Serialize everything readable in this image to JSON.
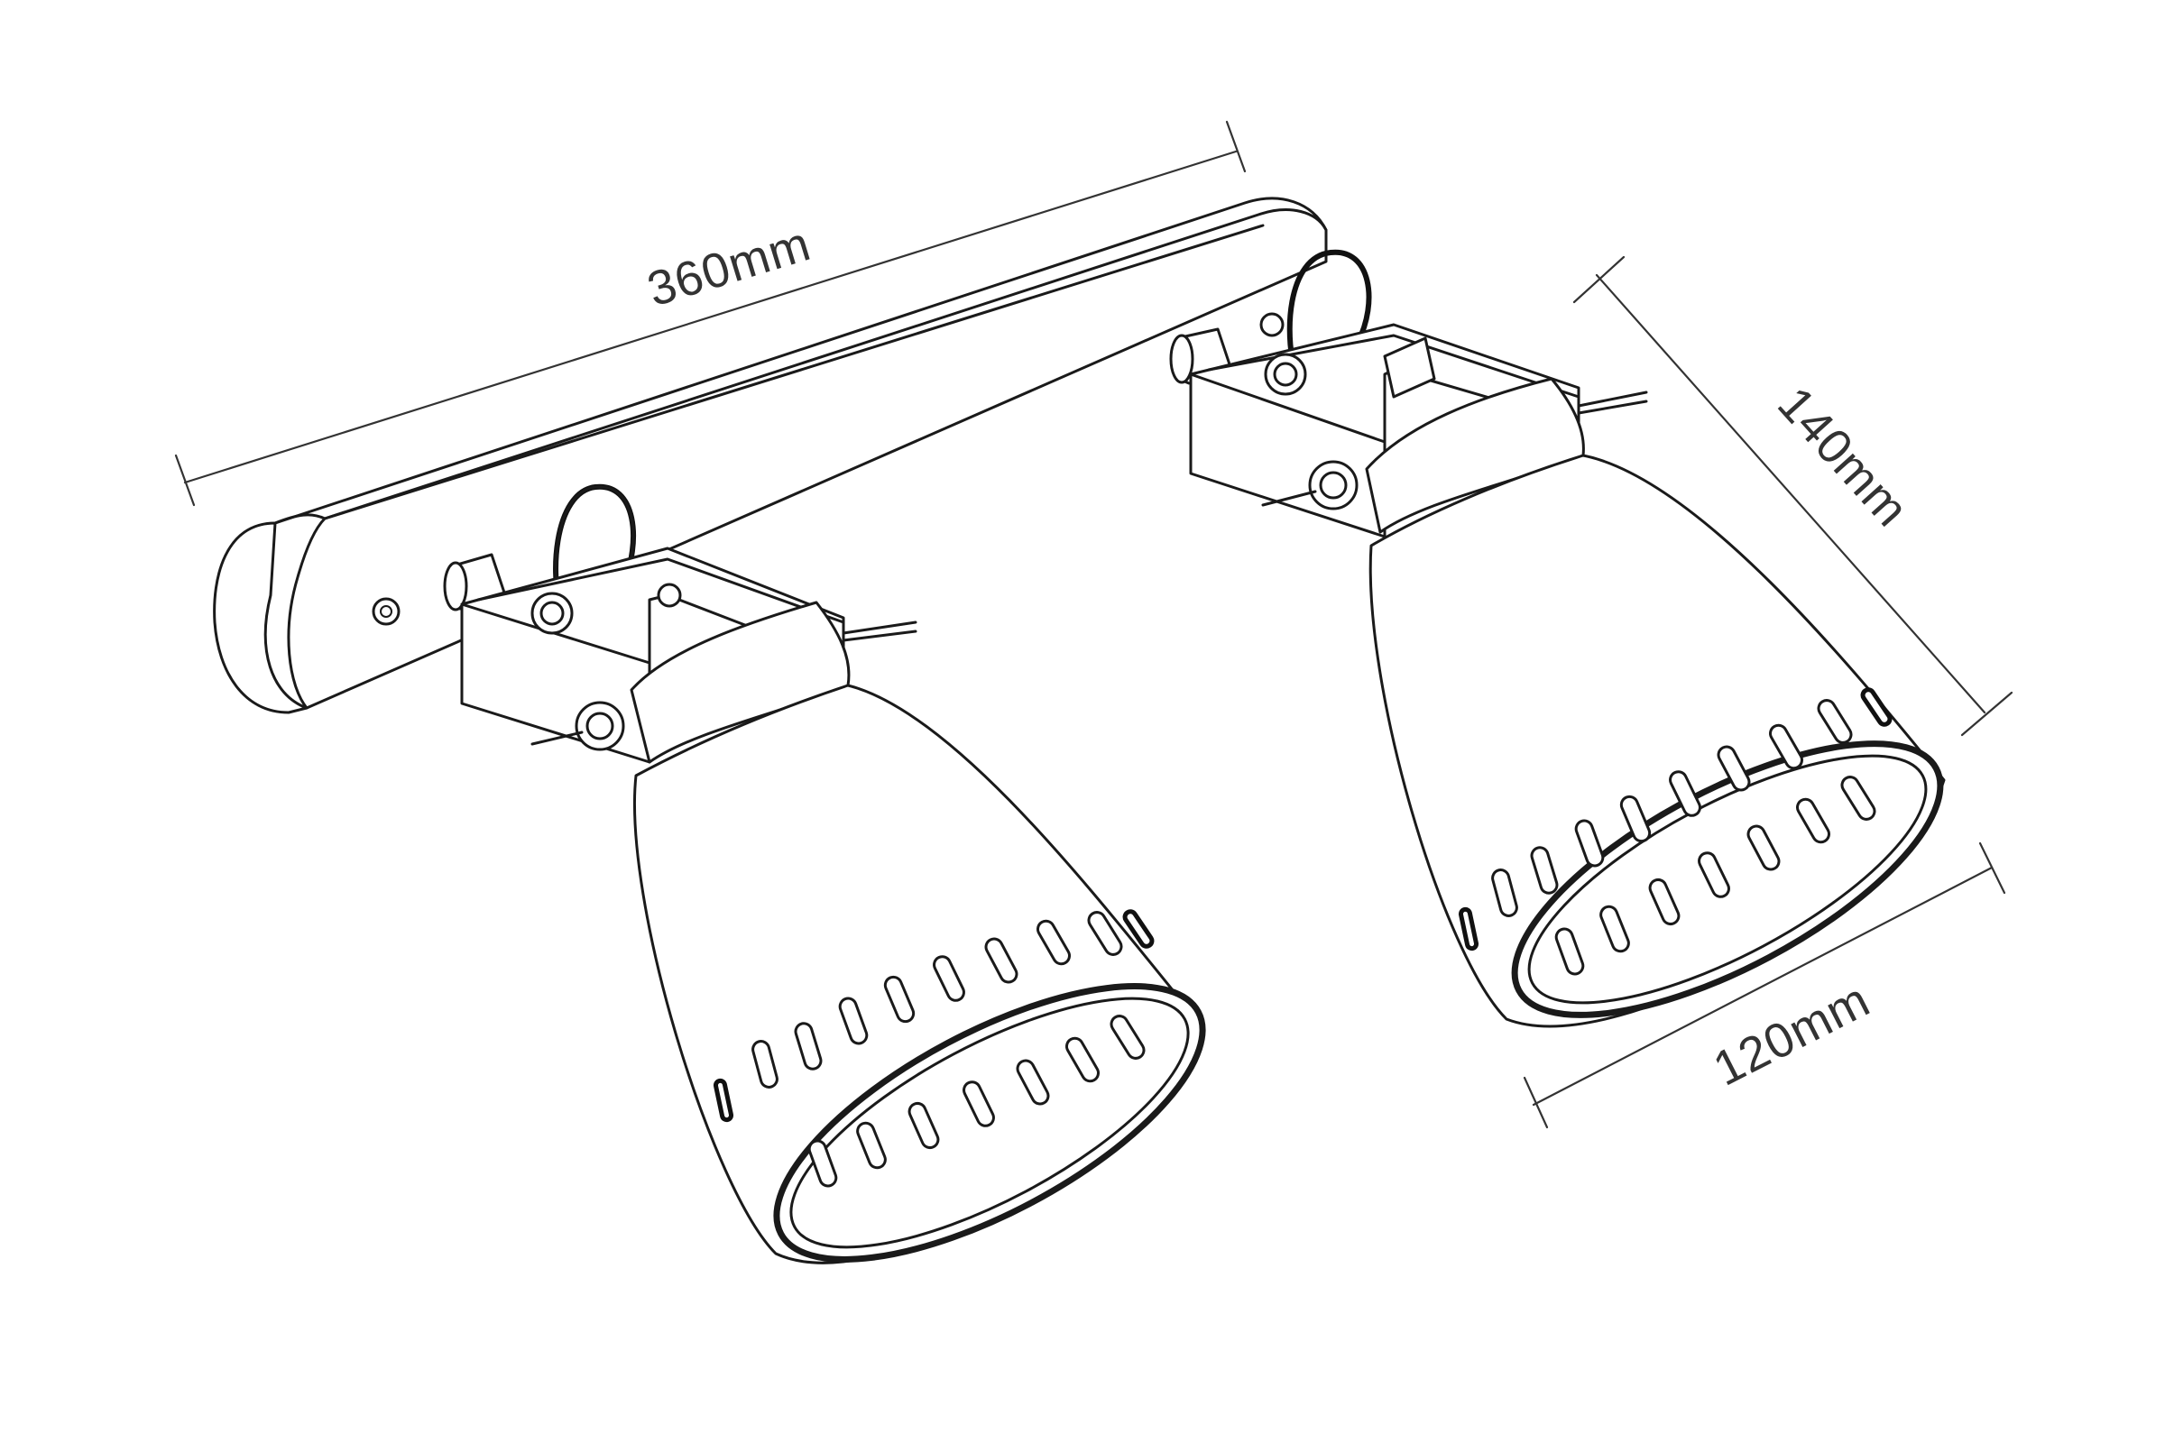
{
  "dimensions": {
    "width": "360mm",
    "height": "140mm",
    "diameter": "120mm"
  }
}
